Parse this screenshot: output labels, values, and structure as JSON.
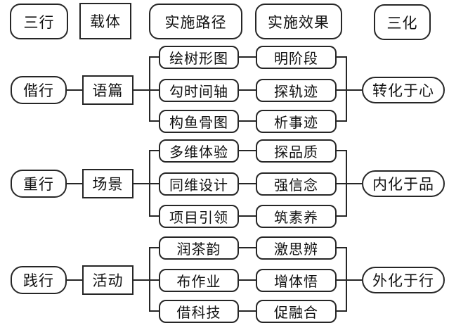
{
  "headers": {
    "three_acts": "三行",
    "carrier": "载体",
    "implementation_path": "实施路径",
    "implementation_effect": "实施效果",
    "three_transformations": "三化"
  },
  "groups": [
    {
      "act": "偕行",
      "carrier": "语篇",
      "paths": [
        "绘树形图",
        "勾时间轴",
        "构鱼骨图"
      ],
      "effects": [
        "明阶段",
        "探轨迹",
        "析事迹"
      ],
      "outcome": "转化于心"
    },
    {
      "act": "重行",
      "carrier": "场景",
      "paths": [
        "多维体验",
        "同维设计",
        "项目引领"
      ],
      "effects": [
        "探品质",
        "强信念",
        "筑素养"
      ],
      "outcome": "内化于品"
    },
    {
      "act": "践行",
      "carrier": "活动",
      "paths": [
        "润茶韵",
        "布作业",
        "借科技"
      ],
      "effects": [
        "激思辨",
        "增体悟",
        "促融合"
      ],
      "outcome": "外化于行"
    }
  ],
  "colors": {
    "border": "#262626",
    "background": "#ffffff",
    "text": "#111111"
  }
}
